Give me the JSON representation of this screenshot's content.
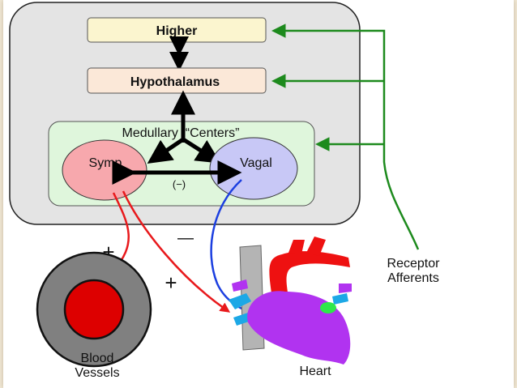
{
  "diagram": {
    "boxes": {
      "higher": "Higher",
      "hypothalamus": "Hypothalamus",
      "medullary_title": "Medullary  “Centers”",
      "symp": "Symp",
      "vagal": "Vagal",
      "inhibit": "(−)"
    },
    "signs": {
      "plus_vessels": "+",
      "plus_heart": "+",
      "minus": "—"
    },
    "labels": {
      "receptor_line1": "Receptor",
      "receptor_line2": "Afferents",
      "blood_line1": "Blood",
      "blood_line2": "Vessels",
      "heart": "Heart"
    },
    "colors": {
      "brain_bg": "#e4e4e4",
      "higher_fill": "#fbf5cf",
      "hypothalamus_fill": "#fbe8d8",
      "medullary_fill": "#dff6dc",
      "symp_fill": "#f7a8ad",
      "vagal_fill": "#c8c8f6",
      "afferent_green": "#1d8a1d",
      "sympathetic_red": "#e8191c",
      "vagal_blue": "#1c3fe0",
      "heart_purple": "#b133f0"
    }
  }
}
